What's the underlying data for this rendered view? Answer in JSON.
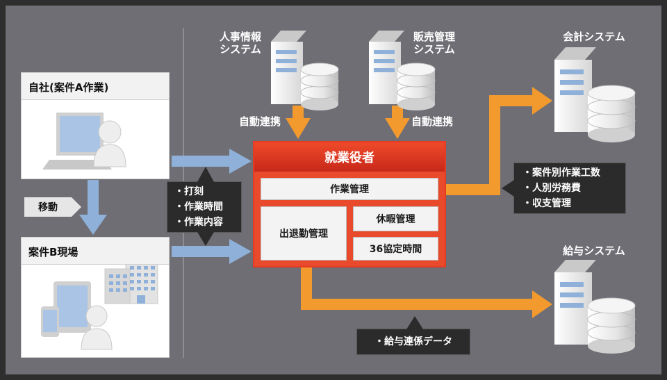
{
  "colors": {
    "background": "#6f6e74",
    "orange": "#f39a2e",
    "blue": "#8fb1d9",
    "red_title": "#e73a22",
    "callout_bg": "#2b2b2b"
  },
  "systems": {
    "hr": {
      "label_line1": "人事情報",
      "label_line2": "システム"
    },
    "sales": {
      "label_line1": "販売管理",
      "label_line2": "システム"
    },
    "accounting": {
      "label": "会計システム"
    },
    "payroll": {
      "label": "給与システム"
    }
  },
  "auto_link": {
    "left": "自動連携",
    "right": "自動連携"
  },
  "left_panel": {
    "own_office_title": "自社(案件A作業)",
    "move_label": "移動",
    "site_b_title": "案件B現場"
  },
  "main_system": {
    "title": "就業役者",
    "work_management": "作業管理",
    "attendance": "出退勤管理",
    "leave": "休暇管理",
    "overtime36": "36協定時間"
  },
  "callouts": {
    "punch": [
      "・打刻",
      "・作業時間",
      "・作業内容"
    ],
    "accounting_items": [
      "・案件別作業工数",
      "・人別労務費",
      "・収支管理"
    ],
    "payroll_items": [
      "・給与連係データ"
    ]
  }
}
